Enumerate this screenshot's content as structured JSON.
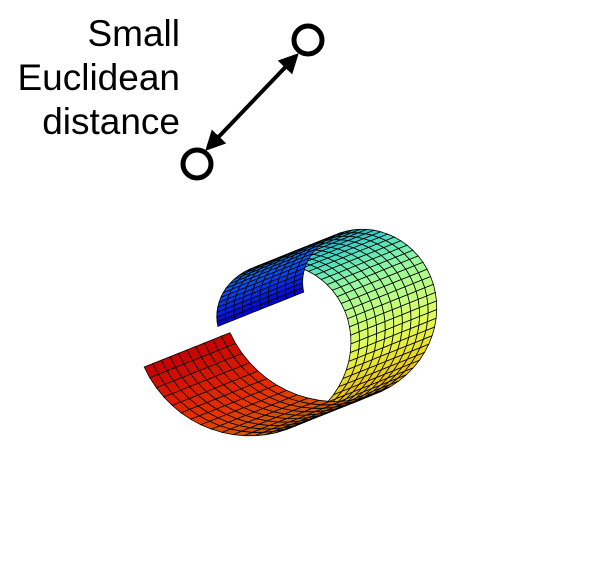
{
  "annotation": {
    "lines": [
      "Small",
      "Euclidean",
      "distance"
    ]
  },
  "colors": {
    "background": "#ffffff",
    "mesh_line": "#000000",
    "colormap": [
      "#0000cc",
      "#0a56ff",
      "#16a9ff",
      "#3ff0e4",
      "#9fffa0",
      "#e0ff60",
      "#ffd000",
      "#ff8a00",
      "#ff3a00",
      "#c80000"
    ],
    "marker": "#000000",
    "arrow": "#000000"
  },
  "icons": {
    "surface": "swiss-roll-surface",
    "marker": "circle-marker",
    "arrow": "double-headed-arrow"
  }
}
